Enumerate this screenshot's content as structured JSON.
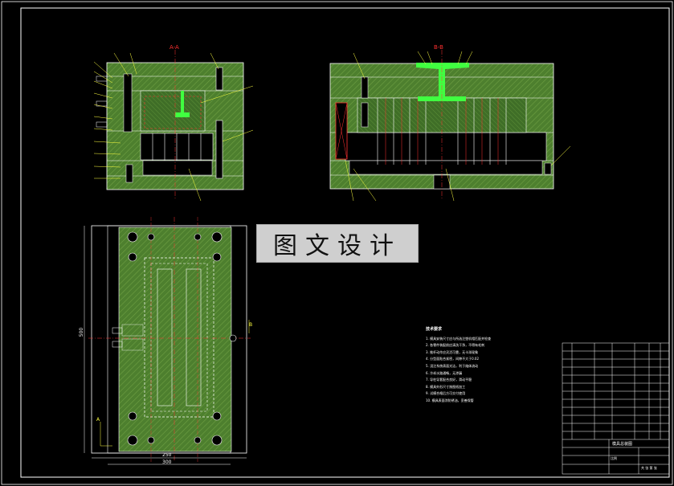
{
  "watermark": "图文设计",
  "views": {
    "section_aa": "A-A",
    "section_bb": "B-B"
  },
  "dimensions": {
    "height": "500",
    "width_inner": "250",
    "width_outer": "300",
    "cut_a": "A",
    "cut_b": "B"
  },
  "technical_notes": {
    "heading": "技术要求",
    "lines": [
      "1. 模具安装尺寸应与所选注塑机相匹配并检查",
      "2. 各零件装配前应清洗干净，不得有毛刺",
      "3. 推杆动作应灵活可靠，无卡滞现象",
      "4. 分型面贴合紧密，间隙不大于0.02",
      "5. 浇注系统表面光洁，利于熔体流动",
      "6. 冷却水路通畅，无渗漏",
      "7. 导柱导套配合良好，滑动平稳",
      "8. 模具外形尺寸按图纸加工",
      "9. 试模合格后方可交付使用",
      "10. 模具表面涂防锈油，妥善保管"
    ]
  },
  "title_block": {
    "drawing_name": "模具总装图",
    "scale_label": "比例",
    "sheet_label": "共 张 第 张"
  },
  "colors": {
    "background": "#000000",
    "plate_fill": "#4d7f2e",
    "outline": "#ffffff",
    "leader": "#ffff40",
    "centerline": "#ff3030",
    "core": "#40ff40",
    "cavity_line": "#ffffff",
    "watermark_bg": "#cfcfcf"
  }
}
